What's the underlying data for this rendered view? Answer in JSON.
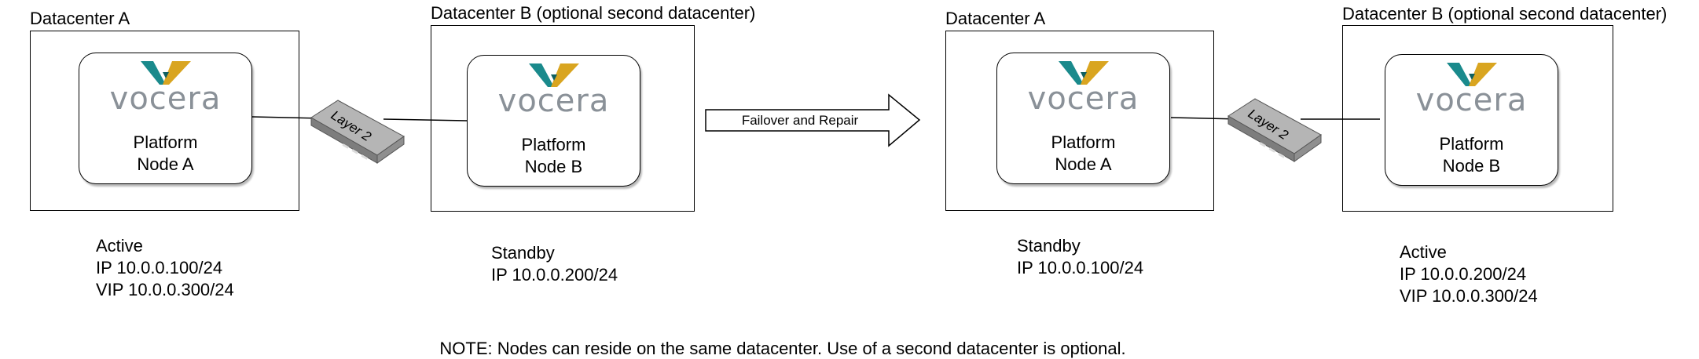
{
  "datacenters": [
    {
      "title": "Datacenter A"
    },
    {
      "title": "Datacenter B (optional second datacenter)"
    },
    {
      "title": "Datacenter A"
    },
    {
      "title": "Datacenter B (optional second datacenter)"
    }
  ],
  "nodes": [
    {
      "brand": "vocera",
      "line1": "Platform",
      "line2": "Node A"
    },
    {
      "brand": "vocera",
      "line1": "Platform",
      "line2": "Node B"
    },
    {
      "brand": "vocera",
      "line1": "Platform",
      "line2": "Node A"
    },
    {
      "brand": "vocera",
      "line1": "Platform",
      "line2": "Node B"
    }
  ],
  "switch_label": "Layer 2",
  "arrow_label": "Failover and Repair",
  "status": [
    {
      "role": "Active",
      "ip": "IP 10.0.0.100/24",
      "vip": "VIP 10.0.0.300/24"
    },
    {
      "role": "Standby",
      "ip": "IP 10.0.0.200/24"
    },
    {
      "role": "Standby",
      "ip": "IP 10.0.0.100/24"
    },
    {
      "role": "Active",
      "ip": "IP 10.0.0.200/24",
      "vip": "VIP 10.0.0.300/24"
    }
  ],
  "note": "NOTE: Nodes can reside on the same datacenter. Use of a second datacenter is optional.",
  "colors": {
    "logo_teal": "#1a8a8c",
    "logo_gold": "#d9a520",
    "wordmark_gray": "#8a9198",
    "switch_gray": "#a9a9a9"
  }
}
